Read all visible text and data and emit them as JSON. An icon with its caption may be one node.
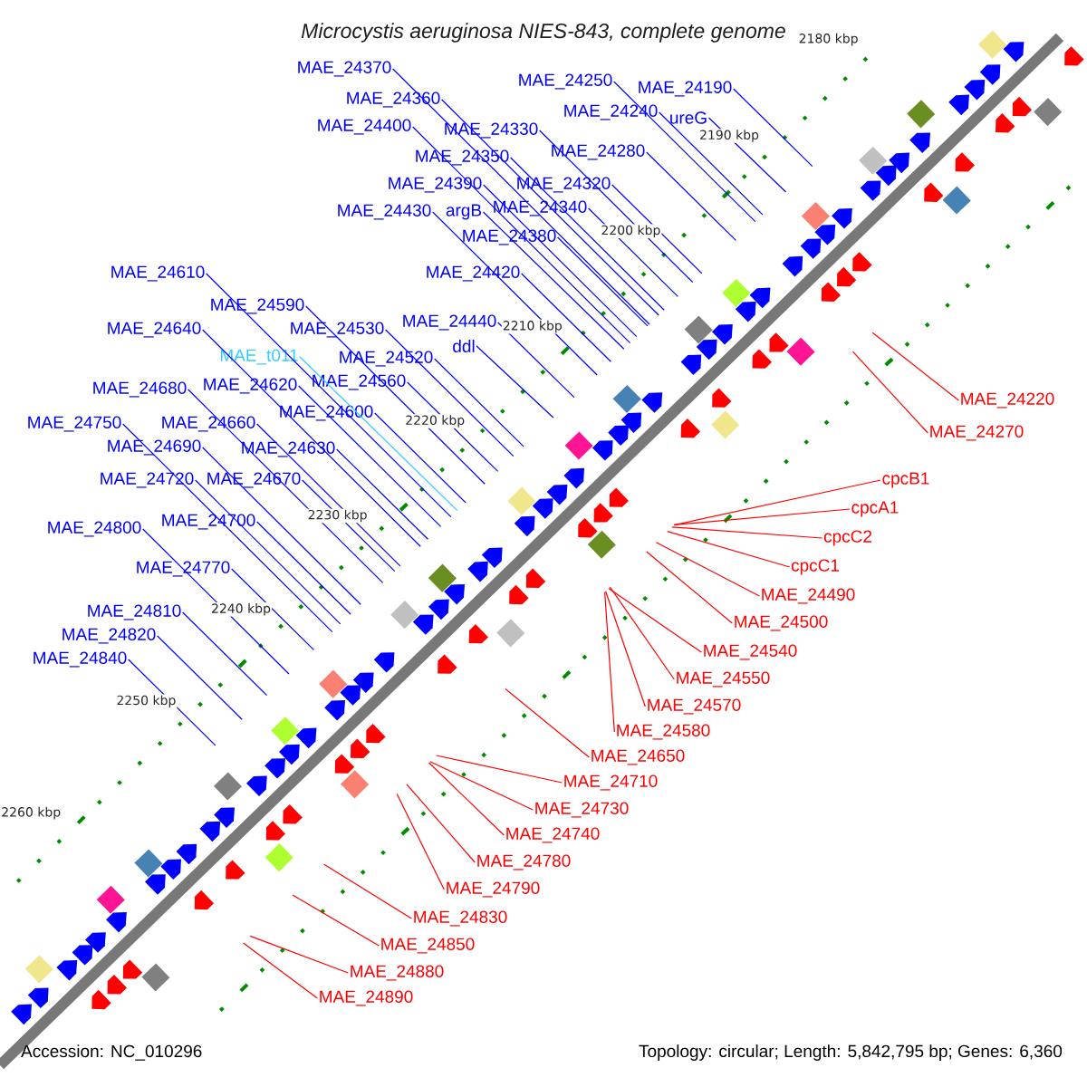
{
  "diagram": {
    "title": "Microcystis aeruginosa NIES-843, complete genome",
    "nodes": [
      {
        "text": [
          "MAE_24370"
        ]
      },
      {
        "text": [
          "MAE_24360"
        ]
      },
      {
        "text": [
          "MAE_24400"
        ]
      },
      {
        "text": [
          "MAE_24330"
        ]
      },
      {
        "text": [
          "MAE_24350"
        ]
      },
      {
        "text": [
          "MAE_24390"
        ]
      },
      {
        "text": [
          "MAE_24320"
        ]
      },
      {
        "text": [
          "MAE_24430"
        ]
      },
      {
        "text": [
          "argB"
        ]
      },
      {
        "text": [
          "MAE_24340"
        ]
      },
      {
        "text": [
          "MAE_24380"
        ]
      },
      {
        "text": [
          "MAE_24420"
        ]
      },
      {
        "text": [
          "MAE_24250"
        ]
      },
      {
        "text": [
          "MAE_24190"
        ]
      },
      {
        "text": [
          "MAE_24240"
        ]
      },
      {
        "text": [
          "ureG"
        ]
      },
      {
        "text": [
          "MAE_24280"
        ]
      },
      {
        "text": [
          "MAE_24610"
        ]
      },
      {
        "text": [
          "MAE_24590"
        ]
      },
      {
        "text": [
          "MAE_24530"
        ]
      },
      {
        "text": [
          "MAE_24440"
        ]
      },
      {
        "text": [
          "ddl"
        ]
      },
      {
        "text": [
          "MAE_24640"
        ]
      },
      {
        "text": [
          "MAE_t011"
        ]
      },
      {
        "text": [
          "MAE_24520"
        ]
      },
      {
        "text": [
          "MAE_24680"
        ]
      },
      {
        "text": [
          "MAE_24620"
        ]
      },
      {
        "text": [
          "MAE_24560"
        ]
      },
      {
        "text": [
          "MAE_24600"
        ]
      },
      {
        "text": [
          "MAE_24750"
        ]
      },
      {
        "text": [
          "MAE_24660"
        ]
      },
      {
        "text": [
          "MAE_24690"
        ]
      },
      {
        "text": [
          "MAE_24630"
        ]
      },
      {
        "text": [
          "MAE_24720"
        ]
      },
      {
        "text": [
          "MAE_24670"
        ]
      },
      {
        "text": [
          "MAE_24800"
        ]
      },
      {
        "text": [
          "MAE_24700"
        ]
      },
      {
        "text": [
          "MAE_24770"
        ]
      },
      {
        "text": [
          "MAE_24810"
        ]
      },
      {
        "text": [
          "MAE_24820"
        ]
      },
      {
        "text": [
          "MAE_24840"
        ]
      },
      {
        "text": [
          "MAE_24220"
        ]
      },
      {
        "text": [
          "MAE_24270"
        ]
      },
      {
        "text": [
          "cpcB1"
        ]
      },
      {
        "text": [
          "cpcA1"
        ]
      },
      {
        "text": [
          "cpcC2"
        ]
      },
      {
        "text": [
          "cpcC1"
        ]
      },
      {
        "text": [
          "MAE_24490"
        ]
      },
      {
        "text": [
          "MAE_24500"
        ]
      },
      {
        "text": [
          "MAE_24540"
        ]
      },
      {
        "text": [
          "MAE_24550"
        ]
      },
      {
        "text": [
          "MAE_24570"
        ]
      },
      {
        "text": [
          "MAE_24580"
        ]
      },
      {
        "text": [
          "MAE_24650"
        ]
      },
      {
        "text": [
          "MAE_24710"
        ]
      },
      {
        "text": [
          "MAE_24730"
        ]
      },
      {
        "text": [
          "MAE_24740"
        ]
      },
      {
        "text": [
          "MAE_24780"
        ]
      },
      {
        "text": [
          "MAE_24790"
        ]
      },
      {
        "text": [
          "MAE_24830"
        ]
      },
      {
        "text": [
          "MAE_24850"
        ]
      },
      {
        "text": [
          "MAE_24880"
        ]
      },
      {
        "text": [
          "MAE_24890"
        ]
      }
    ],
    "edges": [
      {
        "from": 0,
        "to": null,
        "arrow": "none"
      },
      {
        "from": 1,
        "to": null,
        "arrow": "none"
      },
      {
        "from": 2,
        "to": null,
        "arrow": "none"
      },
      {
        "from": 3,
        "to": null,
        "arrow": "none"
      },
      {
        "from": 4,
        "to": null,
        "arrow": "none"
      },
      {
        "from": 5,
        "to": null,
        "arrow": "none"
      },
      {
        "from": 6,
        "to": null,
        "arrow": "none"
      },
      {
        "from": 7,
        "to": null,
        "arrow": "none"
      },
      {
        "from": 8,
        "to": null,
        "arrow": "none"
      },
      {
        "from": 9,
        "to": null,
        "arrow": "none"
      },
      {
        "from": 10,
        "to": null,
        "arrow": "none"
      },
      {
        "from": 11,
        "to": null,
        "arrow": "none"
      },
      {
        "from": 12,
        "to": null,
        "arrow": "none"
      },
      {
        "from": 13,
        "to": null,
        "arrow": "none"
      },
      {
        "from": 14,
        "to": null,
        "arrow": "none"
      },
      {
        "from": 15,
        "to": null,
        "arrow": "none"
      },
      {
        "from": 16,
        "to": null,
        "arrow": "none"
      },
      {
        "from": 17,
        "to": null,
        "arrow": "none"
      },
      {
        "from": 18,
        "to": null,
        "arrow": "none"
      },
      {
        "from": 19,
        "to": null,
        "arrow": "none"
      },
      {
        "from": 20,
        "to": null,
        "arrow": "none"
      },
      {
        "from": 21,
        "to": null,
        "arrow": "none"
      },
      {
        "from": 22,
        "to": null,
        "arrow": "none"
      },
      {
        "from": 23,
        "to": null,
        "arrow": "none",
        "color": "#33ccff"
      },
      {
        "from": 24,
        "to": null,
        "arrow": "none"
      },
      {
        "from": 25,
        "to": null,
        "arrow": "none"
      },
      {
        "from": 26,
        "to": null,
        "arrow": "none"
      },
      {
        "from": 27,
        "to": null,
        "arrow": "none"
      },
      {
        "from": 28,
        "to": null,
        "arrow": "none"
      },
      {
        "from": 29,
        "to": null,
        "arrow": "none"
      },
      {
        "from": 30,
        "to": null,
        "arrow": "none"
      },
      {
        "from": 31,
        "to": null,
        "arrow": "none"
      },
      {
        "from": 32,
        "to": null,
        "arrow": "none"
      },
      {
        "from": 33,
        "to": null,
        "arrow": "none"
      },
      {
        "from": 34,
        "to": null,
        "arrow": "none"
      },
      {
        "from": 35,
        "to": null,
        "arrow": "none"
      },
      {
        "from": 36,
        "to": null,
        "arrow": "none"
      },
      {
        "from": 37,
        "to": null,
        "arrow": "none"
      },
      {
        "from": 38,
        "to": null,
        "arrow": "none"
      },
      {
        "from": 39,
        "to": null,
        "arrow": "none"
      },
      {
        "from": 40,
        "to": null,
        "arrow": "none"
      },
      {
        "from": 41,
        "to": null,
        "arrow": "none",
        "color": "#ff0000"
      },
      {
        "from": 42,
        "to": null,
        "arrow": "none",
        "color": "#ff0000"
      },
      {
        "from": 43,
        "to": null,
        "arrow": "none",
        "color": "#ff0000"
      },
      {
        "from": 44,
        "to": null,
        "arrow": "none",
        "color": "#ff0000"
      },
      {
        "from": 45,
        "to": null,
        "arrow": "none",
        "color": "#ff0000"
      },
      {
        "from": 46,
        "to": null,
        "arrow": "none",
        "color": "#ff0000"
      },
      {
        "from": 47,
        "to": null,
        "arrow": "none",
        "color": "#ff0000"
      },
      {
        "from": 48,
        "to": null,
        "arrow": "none",
        "color": "#ff0000"
      },
      {
        "from": 49,
        "to": null,
        "arrow": "none",
        "color": "#ff0000"
      },
      {
        "from": 50,
        "to": null,
        "arrow": "none",
        "color": "#ff0000"
      },
      {
        "from": 51,
        "to": null,
        "arrow": "none",
        "color": "#ff0000"
      },
      {
        "from": 52,
        "to": null,
        "arrow": "none",
        "color": "#ff0000"
      },
      {
        "from": 53,
        "to": null,
        "arrow": "none",
        "color": "#ff0000"
      },
      {
        "from": 54,
        "to": null,
        "arrow": "none",
        "color": "#ff0000"
      },
      {
        "from": 55,
        "to": null,
        "arrow": "none",
        "color": "#ff0000"
      },
      {
        "from": 56,
        "to": null,
        "arrow": "none",
        "color": "#ff0000"
      },
      {
        "from": 57,
        "to": null,
        "arrow": "none",
        "color": "#ff0000"
      },
      {
        "from": 58,
        "to": null,
        "arrow": "none",
        "color": "#ff0000"
      },
      {
        "from": 59,
        "to": null,
        "arrow": "none",
        "color": "#ff0000"
      },
      {
        "from": 60,
        "to": null,
        "arrow": "none",
        "color": "#ff0000"
      },
      {
        "from": 61,
        "to": null,
        "arrow": "none",
        "color": "#ff0000"
      },
      {
        "from": 62,
        "to": null,
        "arrow": "none",
        "color": "#ff0000"
      }
    ],
    "labels": [
      "2180 kbp",
      "2190 kbp",
      "2200 kbp",
      "2210 kbp",
      "2220 kbp",
      "2230 kbp",
      "2240 kbp",
      "2250 kbp",
      "2260 kbp",
      "Accession: NC_010296",
      "Topology: circular; Length: 5,842,795 bp; Genes: 6,360"
    ]
  }
}
